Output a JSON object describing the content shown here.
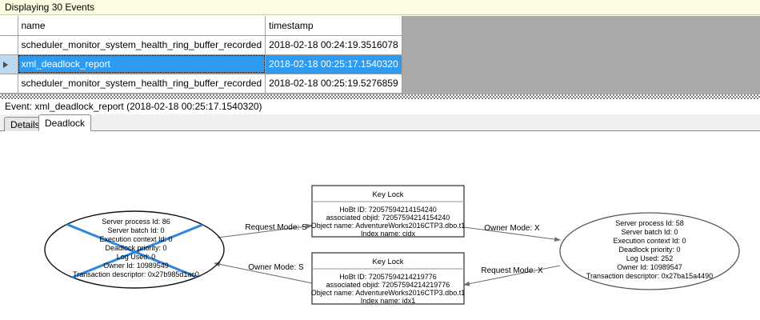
{
  "banner": {
    "text": "Displaying 30 Events"
  },
  "grid": {
    "columns": [
      {
        "key": "selector",
        "label": ""
      },
      {
        "key": "name",
        "label": "name"
      },
      {
        "key": "timestamp",
        "label": "timestamp"
      }
    ],
    "rows": [
      {
        "selected": false,
        "marker": "",
        "name": "scheduler_monitor_system_health_ring_buffer_recorded",
        "timestamp": "2018-02-18 00:24:19.3516078"
      },
      {
        "selected": true,
        "marker": "row-selector-arrow-icon",
        "name": "xml_deadlock_report",
        "timestamp": "2018-02-18 00:25:17.1540320"
      },
      {
        "selected": false,
        "marker": "",
        "name": "scheduler_monitor_system_health_ring_buffer_recorded",
        "timestamp": "2018-02-18 00:25:19.5276859"
      }
    ]
  },
  "event_caption": {
    "text": "Event: xml_deadlock_report (2018-02-18 00:25:17.1540320)"
  },
  "tabs": [
    {
      "label": "Details",
      "active": false
    },
    {
      "label": "Deadlock",
      "active": true
    }
  ],
  "deadlock": {
    "processes": [
      {
        "id": "left-process",
        "victim": true,
        "lines": [
          "Server process Id: 86",
          "Server batch Id: 0",
          "Execution context Id: 0",
          "Deadlock priority: 0",
          "Log Used: 0",
          "Owner Id: 10989549",
          "Transaction descriptor: 0x27b985d1ac0"
        ]
      },
      {
        "id": "right-process",
        "victim": false,
        "lines": [
          "Server process Id: 58",
          "Server batch Id: 0",
          "Execution context Id: 0",
          "Deadlock priority: 0",
          "Log Used: 252",
          "Owner Id: 10989547",
          "Transaction descriptor: 0x27ba15a4490"
        ]
      }
    ],
    "resources": [
      {
        "id": "top-key-lock",
        "title": "Key Lock",
        "lines": [
          "HoBt ID: 72057594214154240",
          "associated objid: 72057594214154240",
          "Object name: AdventureWorks2016CTP3.dbo.t1",
          "Index name: cidx"
        ]
      },
      {
        "id": "bottom-key-lock",
        "title": "Key Lock",
        "lines": [
          "HoBt ID: 72057594214219776",
          "associated objid: 72057594214219776",
          "Object name: AdventureWorks2016CTP3.dbo.t1",
          "Index name: idx1"
        ]
      }
    ],
    "edges": [
      {
        "id": "edge-left-request-top",
        "label": "Request Mode: S"
      },
      {
        "id": "edge-top-owner-right",
        "label": "Owner Mode: X"
      },
      {
        "id": "edge-bottom-owner-left",
        "label": "Owner Mode: S"
      },
      {
        "id": "edge-right-request-bottom",
        "label": "Request Mode: X"
      }
    ]
  },
  "colors": {
    "banner_bg": "#fdfce3",
    "selection_blue": "#2e9bf0",
    "victim_cross": "#2f86e0",
    "grid_empty_gray": "#a9a9a9"
  }
}
